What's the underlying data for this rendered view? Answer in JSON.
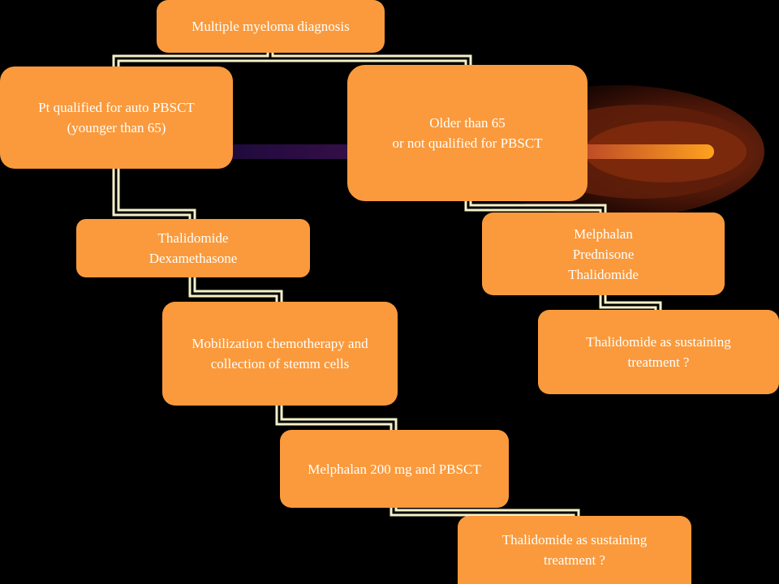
{
  "colors": {
    "background": "#000000",
    "node_fill": "#fa9a3c",
    "node_text": "#ffffff",
    "connector_outer": "#f4f0c8",
    "connector_inner": "#000000"
  },
  "nodes": {
    "root": "Multiple myeloma diagnosis",
    "auto_pbsct": "Pt qualified for auto PBSCT\n(younger than 65)",
    "older_65": "Older than 65\nor not qualified for PBSCT",
    "thal_dex": "Thalidomide\nDexamethasone",
    "mpt": "Melphalan\nPrednisone\nThalidomide",
    "mobilization": "Mobilization chemotherapy and\ncollection of stemm cells",
    "sustain_right": "Thalidomide as sustaining\ntreatment ?",
    "melphalan_200": "Melphalan 200 mg and PBSCT",
    "sustain_left": "Thalidomide as sustaining\ntreatment ?"
  }
}
